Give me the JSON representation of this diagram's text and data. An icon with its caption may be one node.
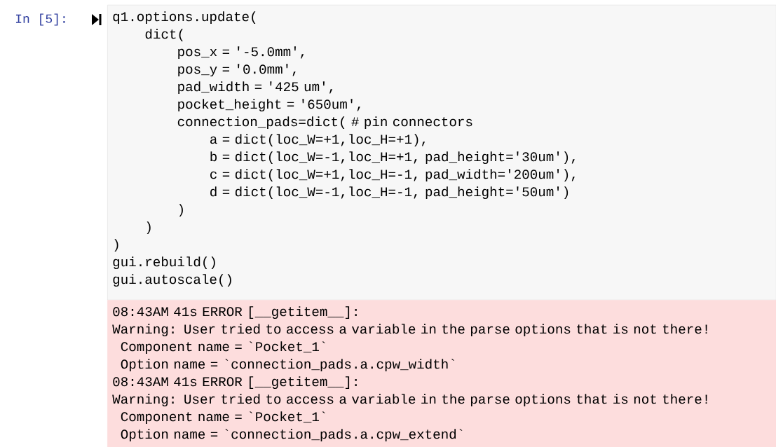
{
  "diagram": {
    "nodes": [
      {
        "text": [
          "q1.options.update(",
          "dict(",
          "pos_x = '-5.0mm',",
          "pos_y = '0.0mm',",
          "pad_width = '425 um',",
          "pocket_height = '650um',",
          "connection_pads=dict(  # pin connectors",
          "a = dict(loc_W=+1,loc_H=+1),",
          "b = dict(loc_W=-1,loc_H=+1, pad_height='30um'),",
          "c = dict(loc_W=+1,loc_H=-1, pad_width='200um'),",
          "d = dict(loc_W=-1,loc_H=-1, pad_height='50um')",
          ")",
          ")",
          ")",
          "gui.rebuild()",
          "gui.autoscale()"
        ]
      },
      {
        "text": [
          "08:43AM 41s ERROR [__getitem__]:",
          "Warning: User tried to access a variable in the parse options that is not there!",
          "Component name = `Pocket_1`",
          "Option name    = `connection_pads.a.cpw_width`",
          "08:43AM 41s ERROR [__getitem__]:",
          "Warning: User tried to access a variable in the parse options that is not there!",
          "Component name = `Pocket_1`",
          "Option name    = `connection_pads.a.cpw_extend`"
        ]
      }
    ],
    "labels": [
      "In [5]:"
    ]
  }
}
